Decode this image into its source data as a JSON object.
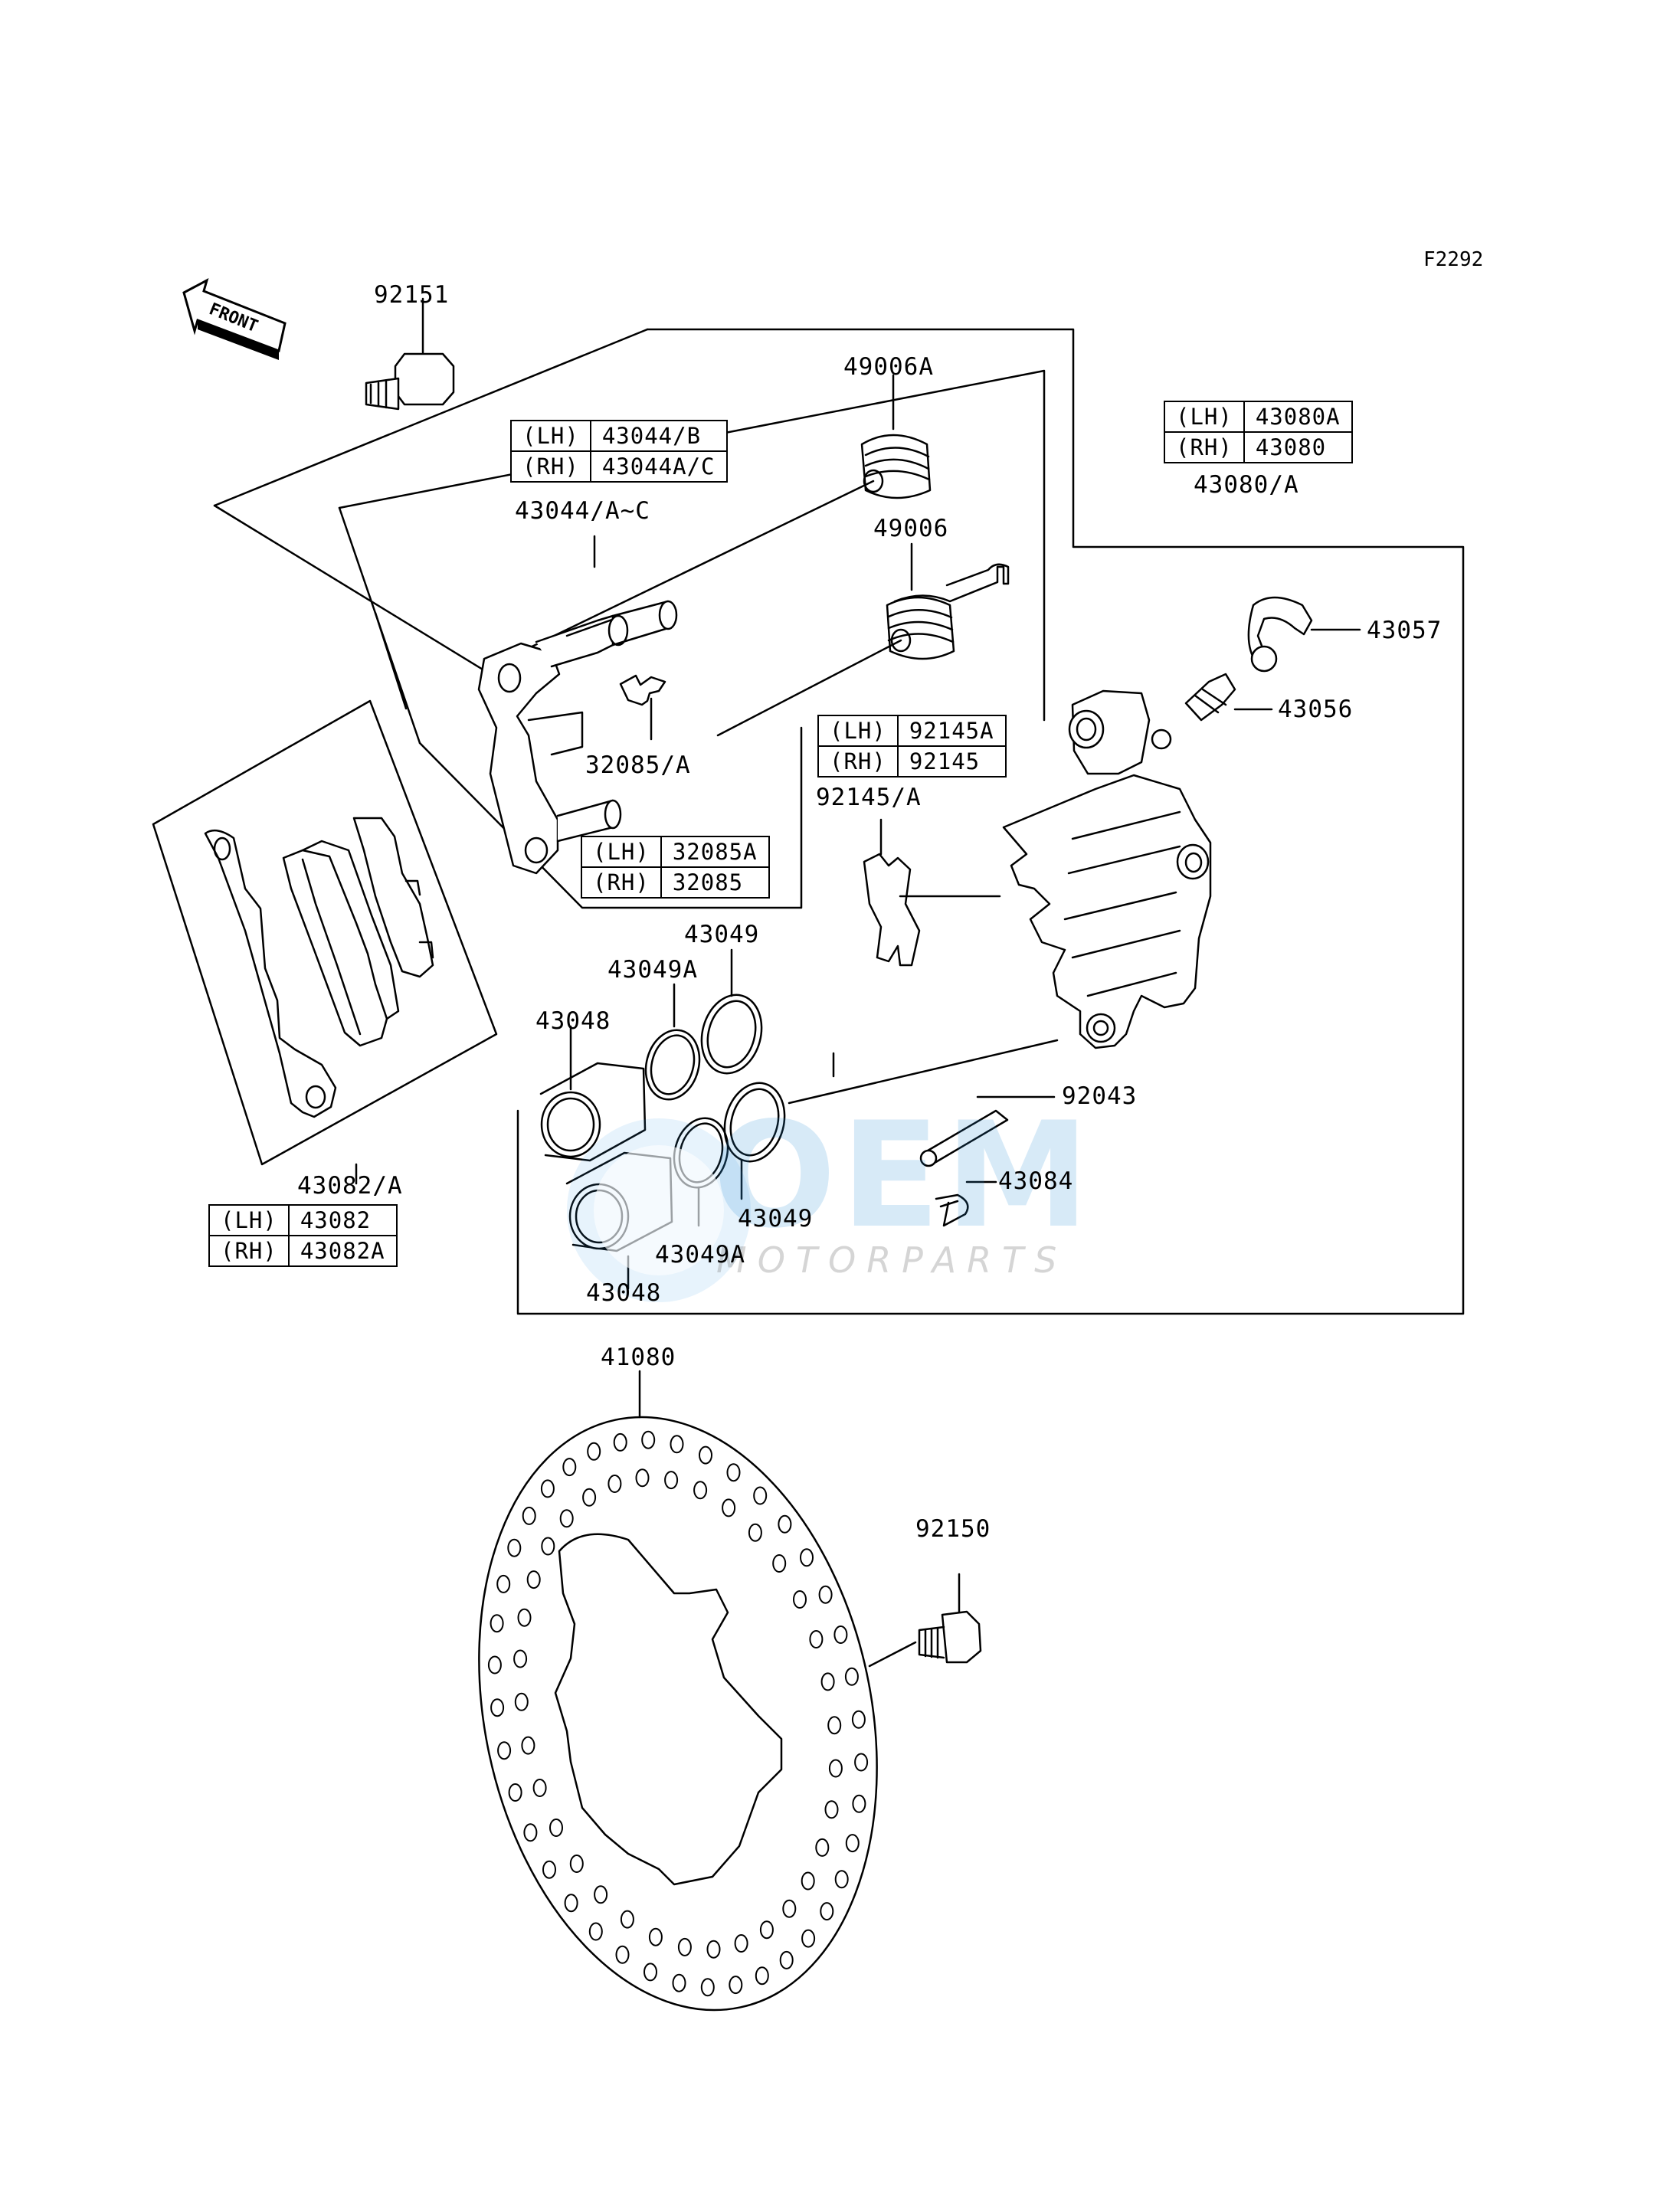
{
  "ref_code": "F2292",
  "front_arrow_text": "FRONT",
  "watermark": {
    "name": "OEM",
    "sub": "MOTORPARTS"
  },
  "labels": {
    "p92151": "92151",
    "p49006A": "49006A",
    "p43044": "43044/A~C",
    "p49006": "49006",
    "p43080": "43080/A",
    "p43057": "43057",
    "p43056": "43056",
    "p32085": "32085/A",
    "p92145": "92145/A",
    "p43049_top": "43049",
    "p43049A_top": "43049A",
    "p43048_top": "43048",
    "p92043": "92043",
    "p43084": "43084",
    "p43049_bot": "43049",
    "p43049A_bot": "43049A",
    "p43048_bot": "43048",
    "p43082": "43082/A",
    "p41080": "41080",
    "p92150": "92150"
  },
  "side_tables": {
    "t43044": {
      "lh_side": "(LH)",
      "lh_part": "43044/B",
      "rh_side": "(RH)",
      "rh_part": "43044A/C"
    },
    "t43080": {
      "lh_side": "(LH)",
      "lh_part": "43080A",
      "rh_side": "(RH)",
      "rh_part": "43080"
    },
    "t92145": {
      "lh_side": "(LH)",
      "lh_part": "92145A",
      "rh_side": "(RH)",
      "rh_part": "92145"
    },
    "t32085": {
      "lh_side": "(LH)",
      "lh_part": "32085A",
      "rh_side": "(RH)",
      "rh_part": "32085"
    },
    "t43082": {
      "lh_side": "(LH)",
      "lh_part": "43082",
      "rh_side": "(RH)",
      "rh_part": "43082A"
    }
  }
}
